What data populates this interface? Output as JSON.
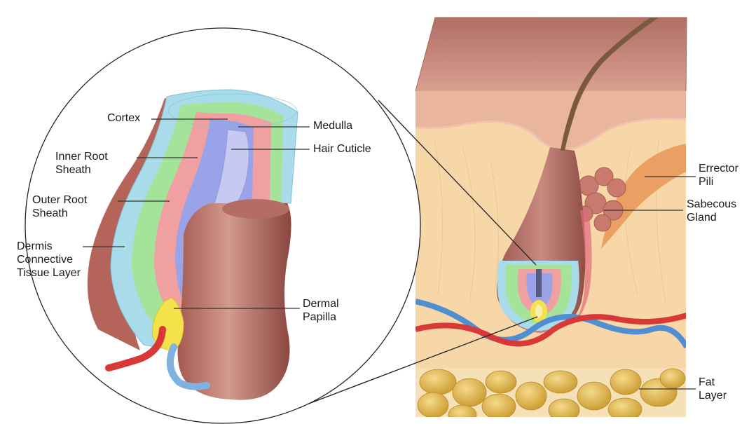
{
  "labels": {
    "cortex": "Cortex",
    "medulla": "Medulla",
    "hair_cuticle": "Hair Cuticle",
    "inner_root_sheath": [
      "Inner Root",
      "Sheath"
    ],
    "outer_root_sheath": [
      "Outer Root",
      "Sheath"
    ],
    "dermis": [
      "Dermis",
      "Connective",
      "Tissue Layer"
    ],
    "dermal_papilla": [
      "Dermal",
      "Papilla"
    ],
    "errector_pili": [
      "Errector",
      "Pili"
    ],
    "sebaceous_gland": [
      "Sabecous",
      "Gland"
    ],
    "fat_layer": [
      "Fat",
      "Layer"
    ]
  },
  "colors": {
    "epidermis": "#c98f86",
    "dermis": "#f7d6a8",
    "hair_shaft": "#7a5a3a",
    "follicle": "#b06a62",
    "outer_sheath": "#a9dcea",
    "inner_sheath_green": "#a6e39a",
    "pink_layer": "#f0a0a0",
    "cortex_blue": "#9aa3e8",
    "medulla_light": "#c6c9f2",
    "papilla_yellow": "#f3e24a",
    "artery": "#d93838",
    "vein": "#4f8fcf",
    "fat": "#e3b94d",
    "gland": "#c97a6e",
    "muscle": "#e9995a",
    "leader": "#333333"
  }
}
